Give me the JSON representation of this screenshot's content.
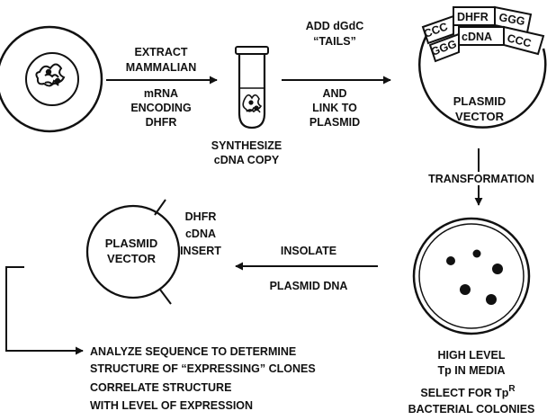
{
  "step1": {
    "line1": "EXTRACT",
    "line2": "MAMMALIAN",
    "line3": "mRNA",
    "line4": "ENCODING",
    "line5": "DHFR"
  },
  "step2": {
    "line1": "SYNTHESIZE",
    "line2": "cDNA COPY"
  },
  "step3": {
    "line1": "ADD dGdC",
    "line2": "“TAILS”",
    "line3": "AND",
    "line4": "LINK TO",
    "line5": "PLASMID"
  },
  "plasmid_top": {
    "label1": "PLASMID",
    "label2": "VECTOR",
    "seq_ccc_left": "CCC",
    "seq_dhfr": "DHFR",
    "seq_ggg_right": "GGG",
    "seq_ggg_left": "GGG",
    "seq_cdna": "cDNA",
    "seq_ccc_right": "CCC"
  },
  "transformation": "TRANSFORMATION",
  "plate": {
    "line1": "HIGH LEVEL",
    "line2": "Tp IN MEDIA",
    "line3_main": "SELECT FOR Tp",
    "line3_sup": "R",
    "line4": "BACTERIAL COLONIES"
  },
  "isolate": {
    "line1": "INSOLATE",
    "line2": "PLASMID DNA"
  },
  "plasmid_bottom": {
    "label1": "PLASMID",
    "label2": "VECTOR",
    "insert1": "DHFR",
    "insert2": "cDNA",
    "insert3": "INSERT"
  },
  "analysis": {
    "line1": "ANALYZE SEQUENCE TO DETERMINE",
    "line2": "STRUCTURE OF “EXPRESSING” CLONES",
    "line3": "CORRELATE STRUCTURE",
    "line4": "WITH LEVEL OF EXPRESSION"
  }
}
